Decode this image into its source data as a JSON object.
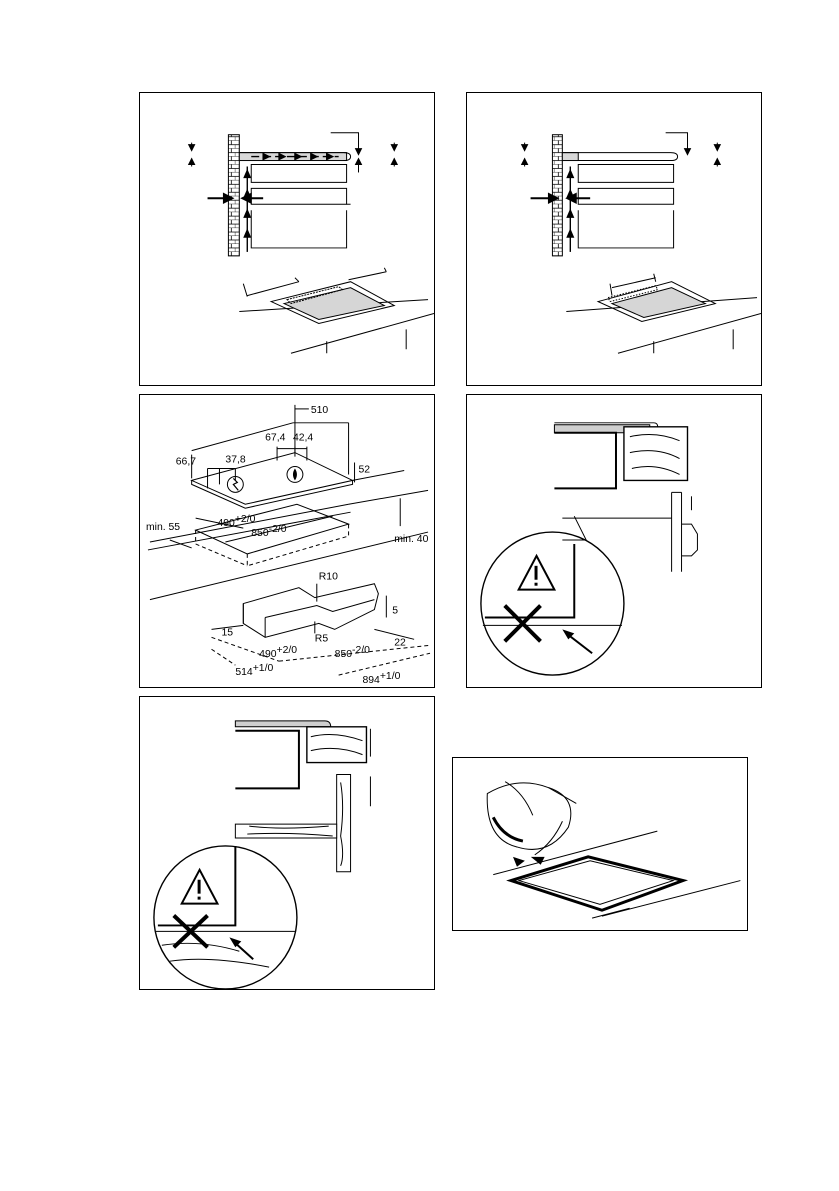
{
  "panels": {
    "dims": {
      "d510": "510",
      "d67_4": "67,4",
      "d42_4": "42,4",
      "d66_7": "66,7",
      "d37_8": "37,8",
      "d52": "52",
      "dmin55": "min. 55",
      "d490": "490",
      "d490_tol": "+2/0",
      "d850": "850",
      "d850_tol": "-2/0",
      "dmin40": "min. 40",
      "dR10": "R10",
      "d5": "5",
      "d15": "15",
      "dR5": "R5",
      "d22": "22",
      "d490b": "490",
      "d490b_tol": "+2/0",
      "d850b": "850",
      "d850b_tol": "-2/0",
      "d514": "514",
      "d514_tol": "+1/0",
      "d894": "894",
      "d894_tol": "+1/0"
    }
  },
  "colors": {
    "line": "#000000",
    "panel_bg": "#ffffff",
    "hatch_fill": "#cfcfcf",
    "glass_fill": "#d6d6d6"
  }
}
